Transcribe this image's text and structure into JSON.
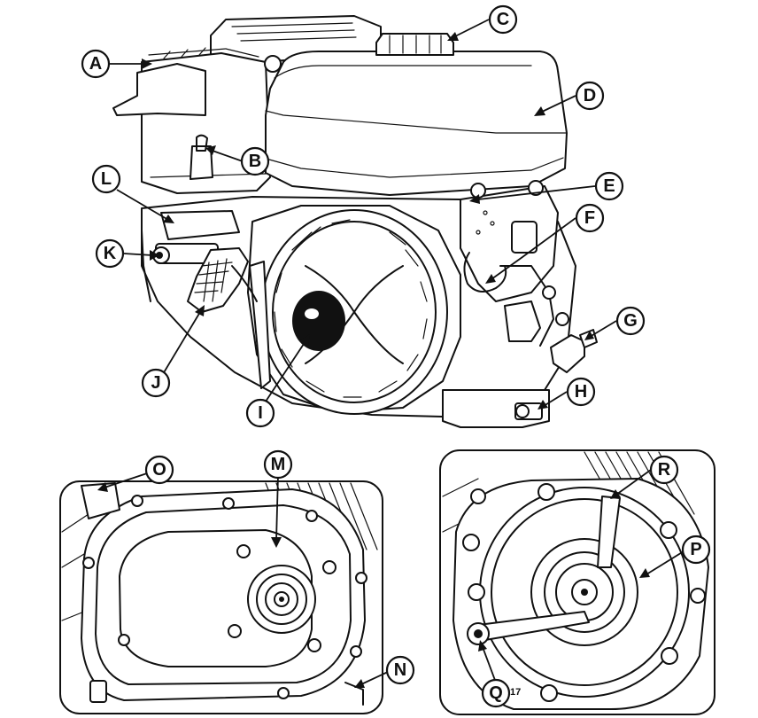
{
  "callouts": [
    {
      "id": "A",
      "label": "A"
    },
    {
      "id": "B",
      "label": "B"
    },
    {
      "id": "C",
      "label": "C"
    },
    {
      "id": "D",
      "label": "D"
    },
    {
      "id": "E",
      "label": "E"
    },
    {
      "id": "F",
      "label": "F"
    },
    {
      "id": "G",
      "label": "G"
    },
    {
      "id": "H",
      "label": "H"
    },
    {
      "id": "I",
      "label": "I"
    },
    {
      "id": "J",
      "label": "J"
    },
    {
      "id": "K",
      "label": "K"
    },
    {
      "id": "L",
      "label": "L"
    },
    {
      "id": "M",
      "label": "M"
    },
    {
      "id": "N",
      "label": "N"
    },
    {
      "id": "O",
      "label": "O"
    },
    {
      "id": "P",
      "label": "P"
    },
    {
      "id": "Q",
      "label": "Q"
    },
    {
      "id": "R",
      "label": "R"
    }
  ],
  "stamp": "17"
}
